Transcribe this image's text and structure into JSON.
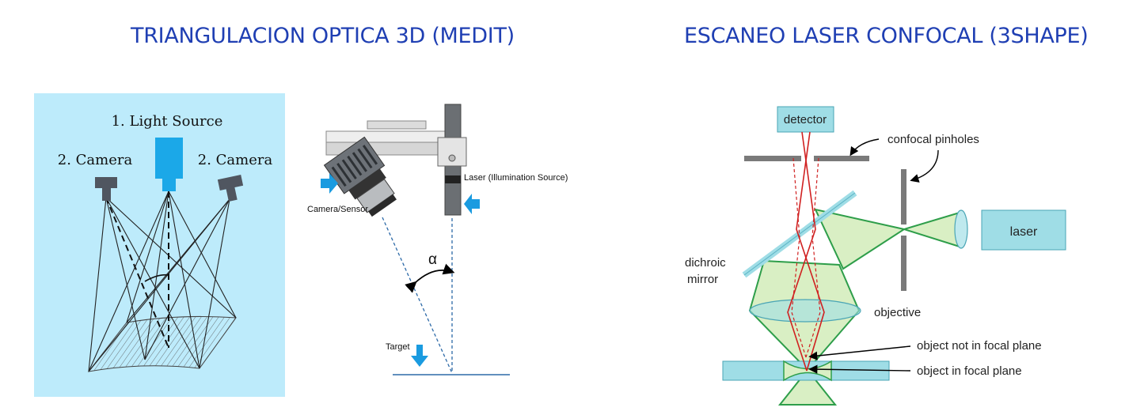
{
  "titles": {
    "left": "TRIANGULACION OPTICA 3D (MEDIT)",
    "right": "ESCANEO LASER CONFOCAL (3SHAPE)"
  },
  "panel1": {
    "light_source": "1. Light Source",
    "camera_left": "2. Camera",
    "camera_right": "2. Camera",
    "background_color": "#bdebfb",
    "projector_color": "#1ba8e8"
  },
  "panel2": {
    "laser_label": "Laser (Illumination Source)",
    "camera_label": "Camera/Sensor",
    "angle_label": "α",
    "target_label": "Target",
    "arrow_color": "#1a9be0"
  },
  "panel3": {
    "detector": "detector",
    "pinholes": "confocal pinholes",
    "laser": "laser",
    "dichroic_line1": "dichroic",
    "dichroic_line2": "mirror",
    "objective": "objective",
    "not_focal": "object not in focal plane",
    "in_focal": "object in focal plane",
    "beam_color": "#d9efc4",
    "box_color": "#9fdde6",
    "ray_color": "#d02020"
  }
}
